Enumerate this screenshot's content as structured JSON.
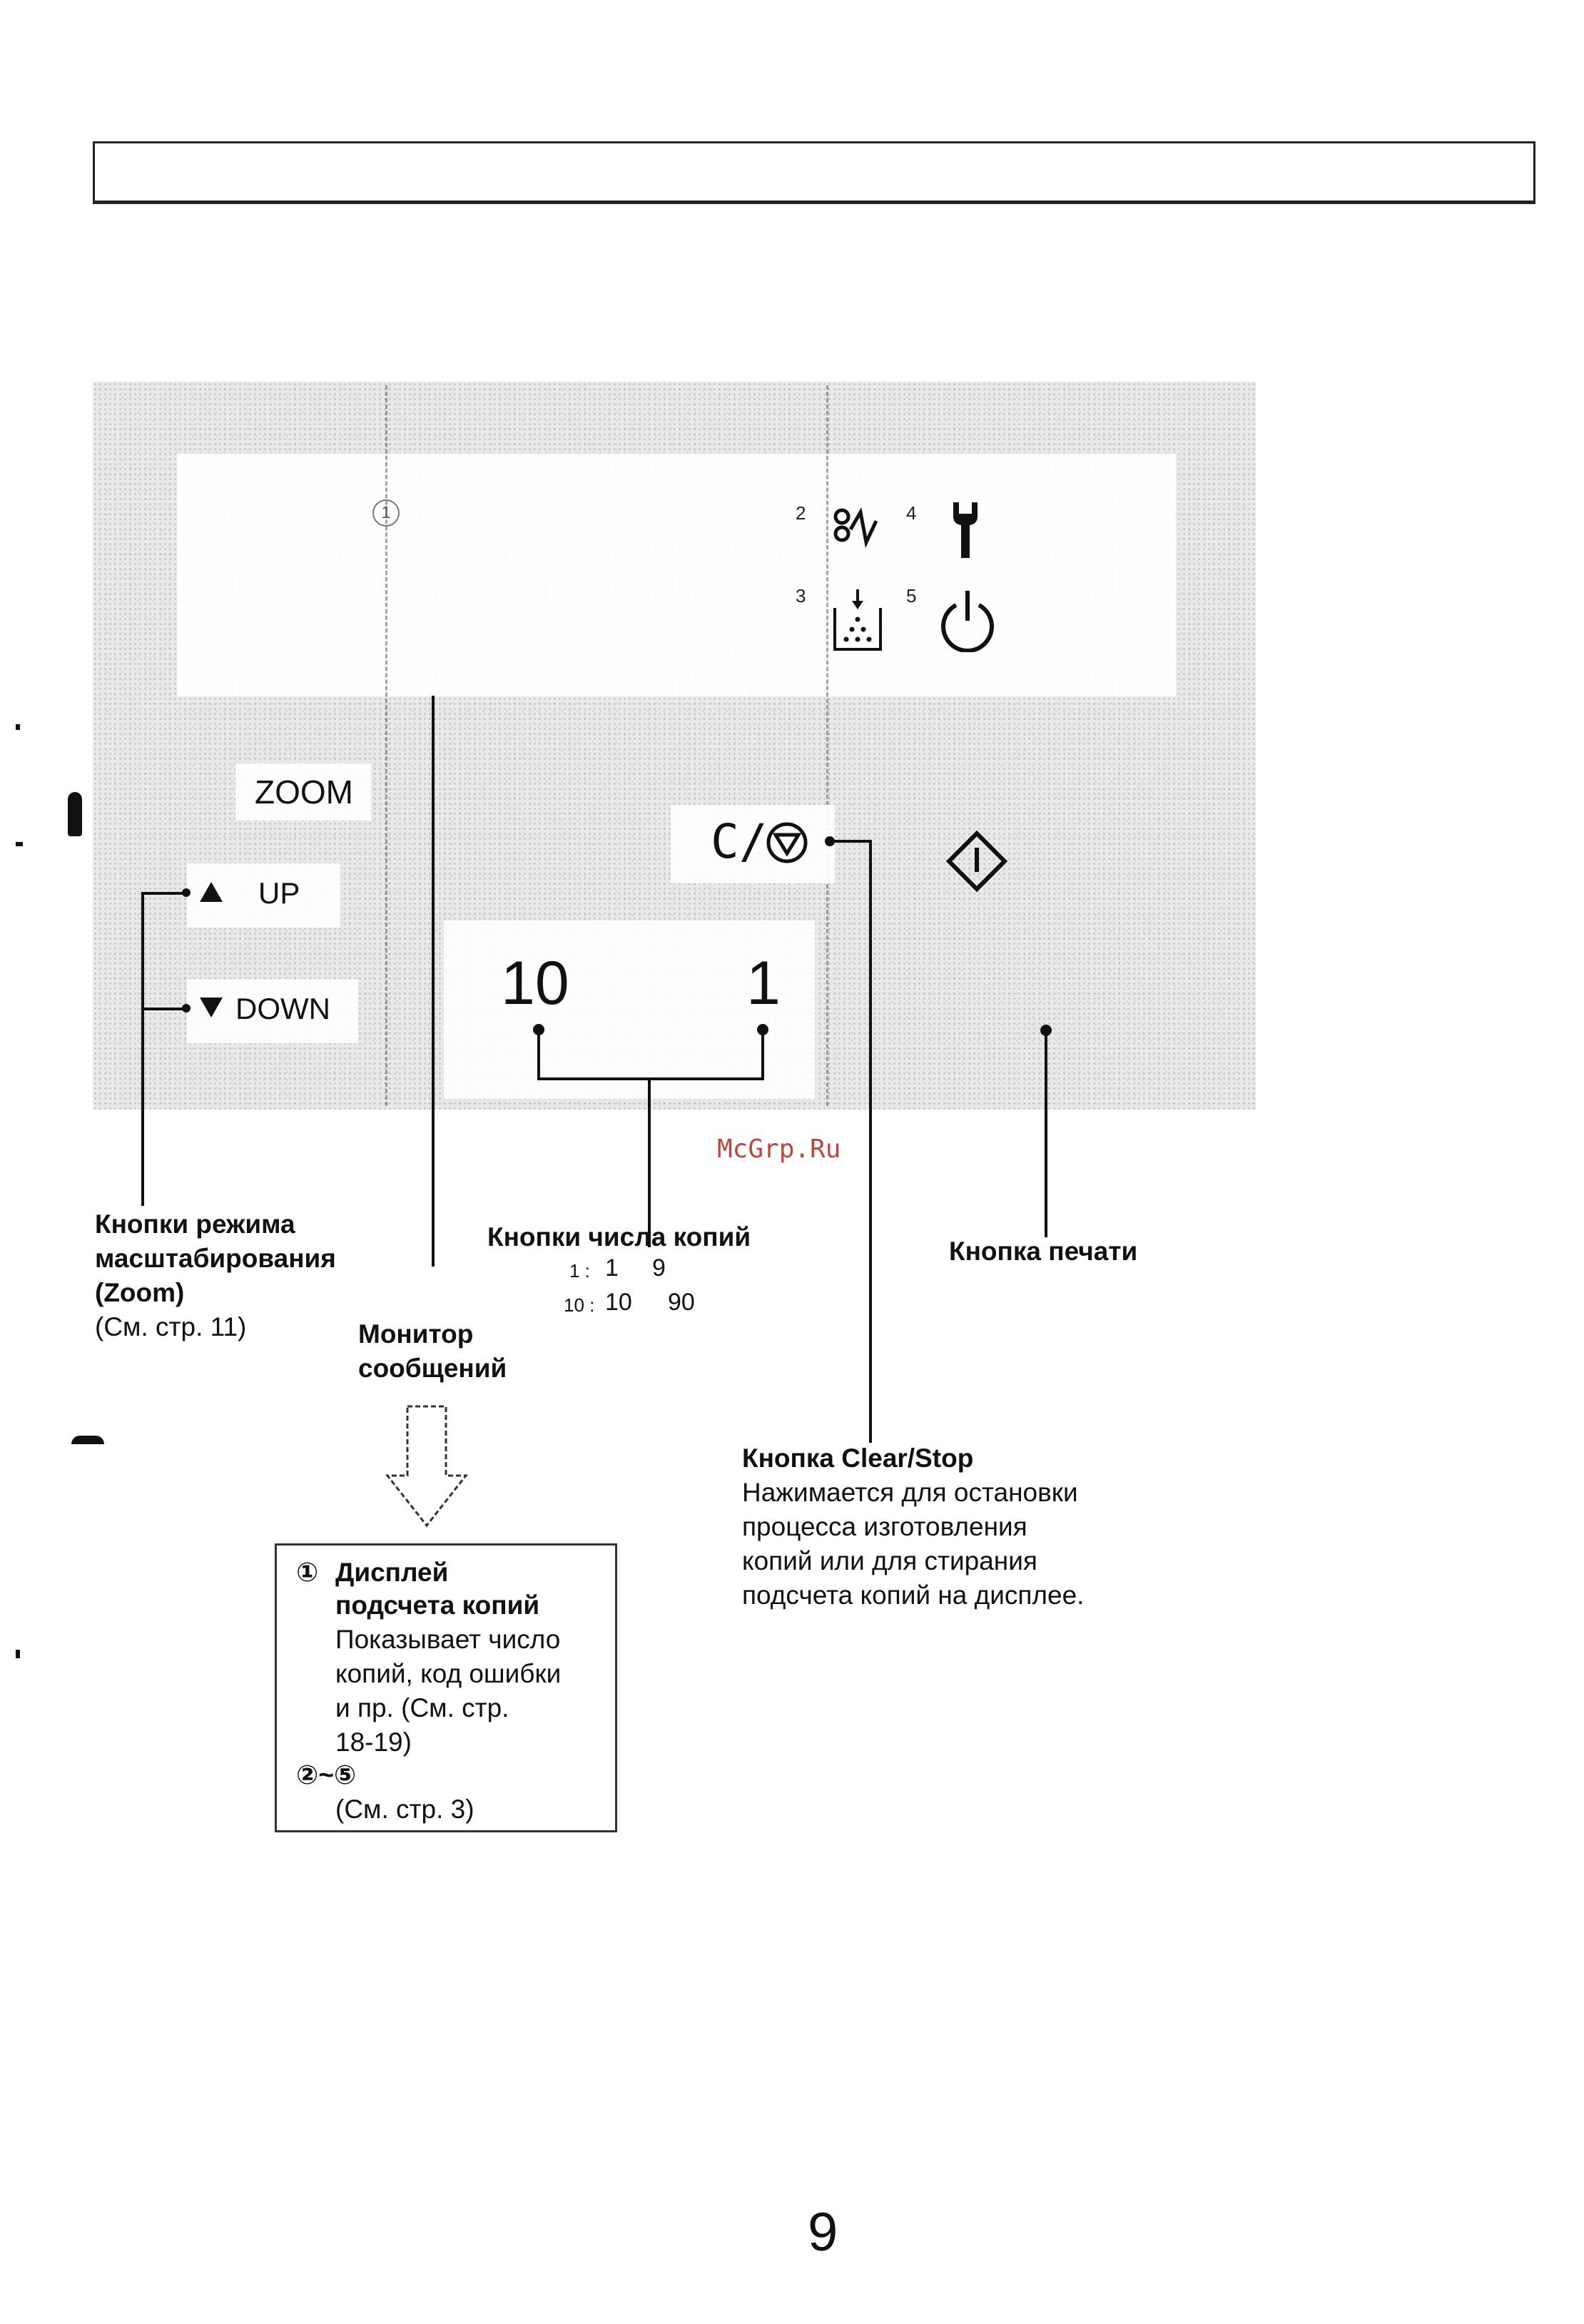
{
  "panel": {
    "zoom_label": "ZOOM",
    "up_label": "UP",
    "down_label": "DOWN",
    "copy_10": "10",
    "copy_1": "1",
    "clear_stop_symbol": "C/",
    "display_index_1": "1",
    "indicator_numbers": [
      "2",
      "4",
      "3",
      "5"
    ],
    "indicator_icons": [
      "paper-jam-icon",
      "wrench-icon",
      "toner-icon",
      "power-icon"
    ],
    "start_icon": "start-diamond-icon",
    "stop_icon": "stop-circle-icon"
  },
  "labels": {
    "zoom_buttons": {
      "line1": "Кнопки режима",
      "line2": "масштабирования",
      "line3": "(Zoom)",
      "ref": "(См. стр. 11)"
    },
    "copy_count_buttons": {
      "title": "Кнопки числа копий",
      "row1_key": "1 :",
      "row1_a": "1",
      "row1_b": "9",
      "row2_key": "10 :",
      "row2_a": "10",
      "row2_b": "90"
    },
    "print_button": "Кнопка печати",
    "message_monitor": {
      "line1": "Монитор",
      "line2": "сообщений"
    },
    "clear_stop": {
      "title": "Кнопка Clear/Stop",
      "line1": "Нажимается для остановки",
      "line2": "процесса изготовления",
      "line3": "копий или для стирания",
      "line4": "подсчета копий на дисплее."
    }
  },
  "callout": {
    "marker1": "①",
    "title_line1": "Дисплей",
    "title_line2": "подсчета копий",
    "line1": "Показывает число",
    "line2": "копий, код ошибки",
    "line3": "и пр. (См. стр.",
    "line4": "18-19)",
    "range": "②~⑤",
    "ref": "(См. стр. 3)"
  },
  "watermark": "McGrp.Ru",
  "page_number": "9"
}
